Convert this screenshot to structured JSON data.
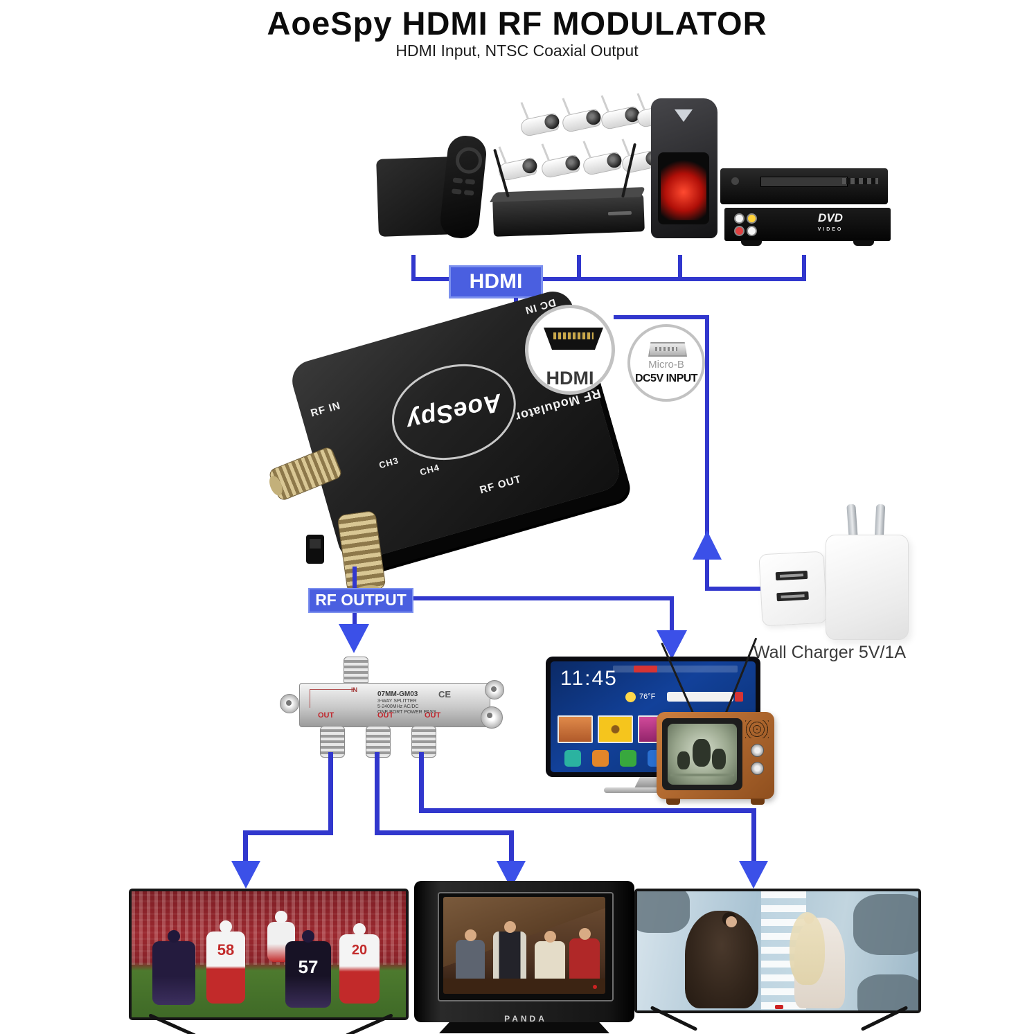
{
  "header": {
    "title": "AoeSpy HDMI RF MODULATOR",
    "subtitle": "HDMI Input, NTSC Coaxial Output"
  },
  "colors": {
    "line_blue": "#3137cd",
    "arrow_blue": "#3b50e8",
    "label_bg_blue": "#4a5fe0",
    "splitter_out_red": "#c0272d"
  },
  "bus_labels": {
    "hdmi": "HDMI",
    "rf_output": "RF OUTPUT"
  },
  "source_devices": {
    "items": [
      {
        "name": "fire-tv-streaming-box"
      },
      {
        "name": "wireless-security-camera-kit"
      },
      {
        "name": "gaming-pc-tower"
      },
      {
        "name": "dvd-player"
      }
    ]
  },
  "dvd_player": {
    "logo_main": "DVD",
    "logo_sub": "VIDEO"
  },
  "modulator": {
    "brand": "AoeSpy",
    "side_label": "RF Modulator",
    "port_dc_in": "DC IN",
    "port_hdmi_in": "HDMI IN",
    "port_rf_in": "RF IN",
    "channel_3": "CH3",
    "channel_4": "CH4",
    "port_rf_out": "RF OUT"
  },
  "hdmi_callout": {
    "label": "HDMI"
  },
  "micro_b_callout": {
    "connector": "Micro-B",
    "input_label": "DC5V INPUT"
  },
  "wall_charger": {
    "label": "Wall Charger 5V/1A"
  },
  "splitter": {
    "model": "07MM-GM03",
    "spec_line1": "3-WAY SPLITTER",
    "spec_line2": "5-2400MHz AC/DC",
    "spec_line3": "ONE PORT POWER PASS",
    "ce_mark": "CE",
    "in_label": "IN",
    "out_labels": [
      "OUT",
      "OUT",
      "OUT"
    ]
  },
  "smart_tv": {
    "clock": "11:45",
    "temperature": "76°F"
  },
  "bottom_left_tv": {
    "jersey_numbers": [
      "58",
      "57",
      "20"
    ]
  },
  "bottom_middle_tv": {
    "brand": "PANDA"
  }
}
